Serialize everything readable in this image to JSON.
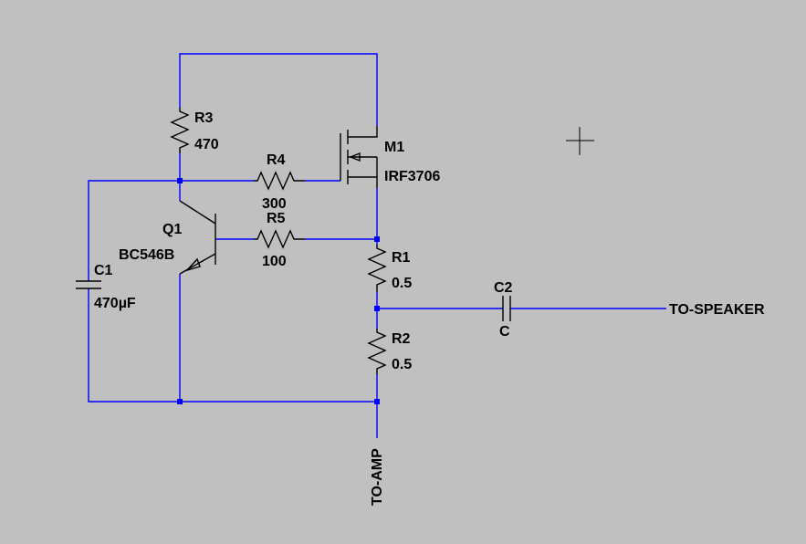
{
  "colors": {
    "background": "#c0c0c0",
    "wire": "#0000ff",
    "component": "#000000",
    "node": "#0000ff"
  },
  "components": {
    "r3": {
      "ref": "R3",
      "value": "470"
    },
    "r4": {
      "ref": "R4",
      "value": "300"
    },
    "r5": {
      "ref": "R5",
      "value": "100"
    },
    "r1": {
      "ref": "R1",
      "value": "0.5"
    },
    "r2": {
      "ref": "R2",
      "value": "0.5"
    },
    "m1": {
      "ref": "M1",
      "value": "IRF3706"
    },
    "q1": {
      "ref": "Q1",
      "value": "BC546B"
    },
    "c1": {
      "ref": "C1",
      "value": "470µF"
    },
    "c2": {
      "ref": "C2",
      "value": "C"
    }
  },
  "nets": {
    "speaker": "TO-SPEAKER",
    "amp": "TO-AMP"
  },
  "icons": {
    "cursor": "crosshair-cursor-icon"
  }
}
